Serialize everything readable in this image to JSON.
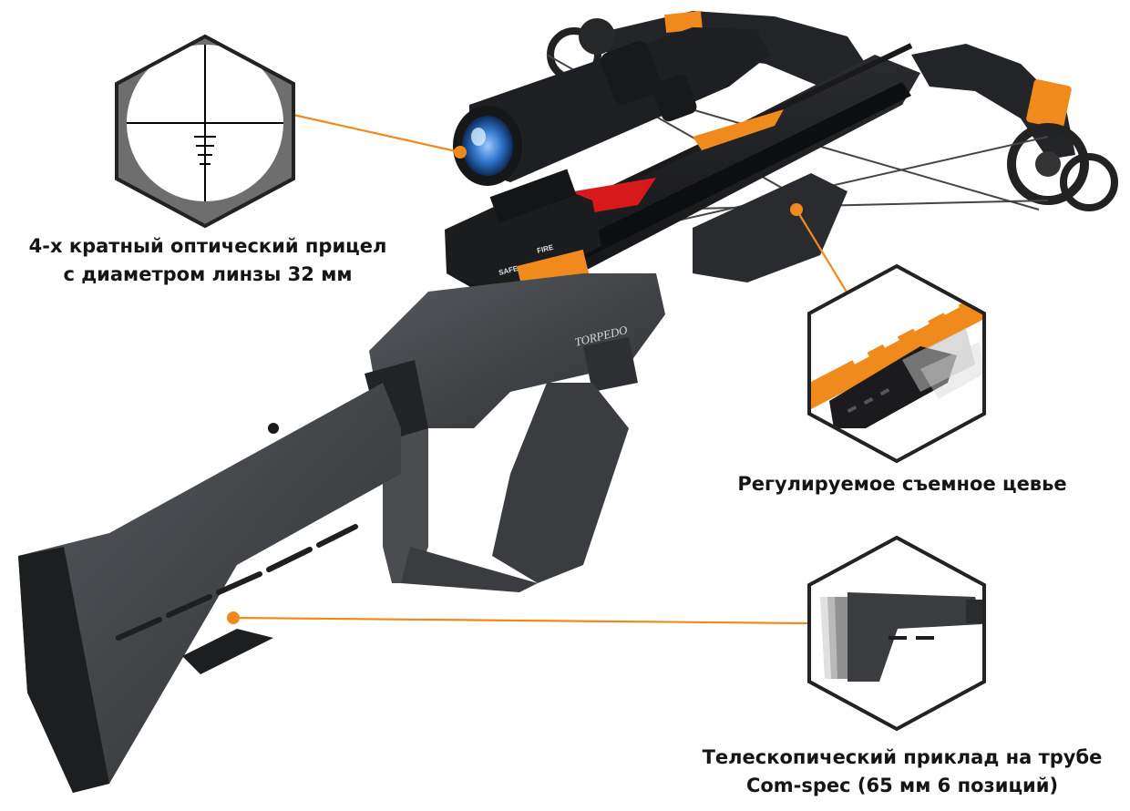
{
  "callouts": {
    "scope": {
      "line1": "4-х кратный оптический прицел",
      "line2": "с диаметром линзы 32 мм"
    },
    "foregrip": {
      "line1": "Регулируемое съемное цевье"
    },
    "stock": {
      "line1": "Телескопический приклад на трубе",
      "line2": "Com-spec (65 мм 6 позиций)"
    }
  },
  "product_markings": {
    "model": "TORPEDO",
    "safe": "SAFE",
    "fire": "FIRE"
  },
  "colors": {
    "accent": "#f08a1c",
    "body": "#3e4043",
    "dark": "#1c1d1f",
    "caption": "#151515"
  }
}
